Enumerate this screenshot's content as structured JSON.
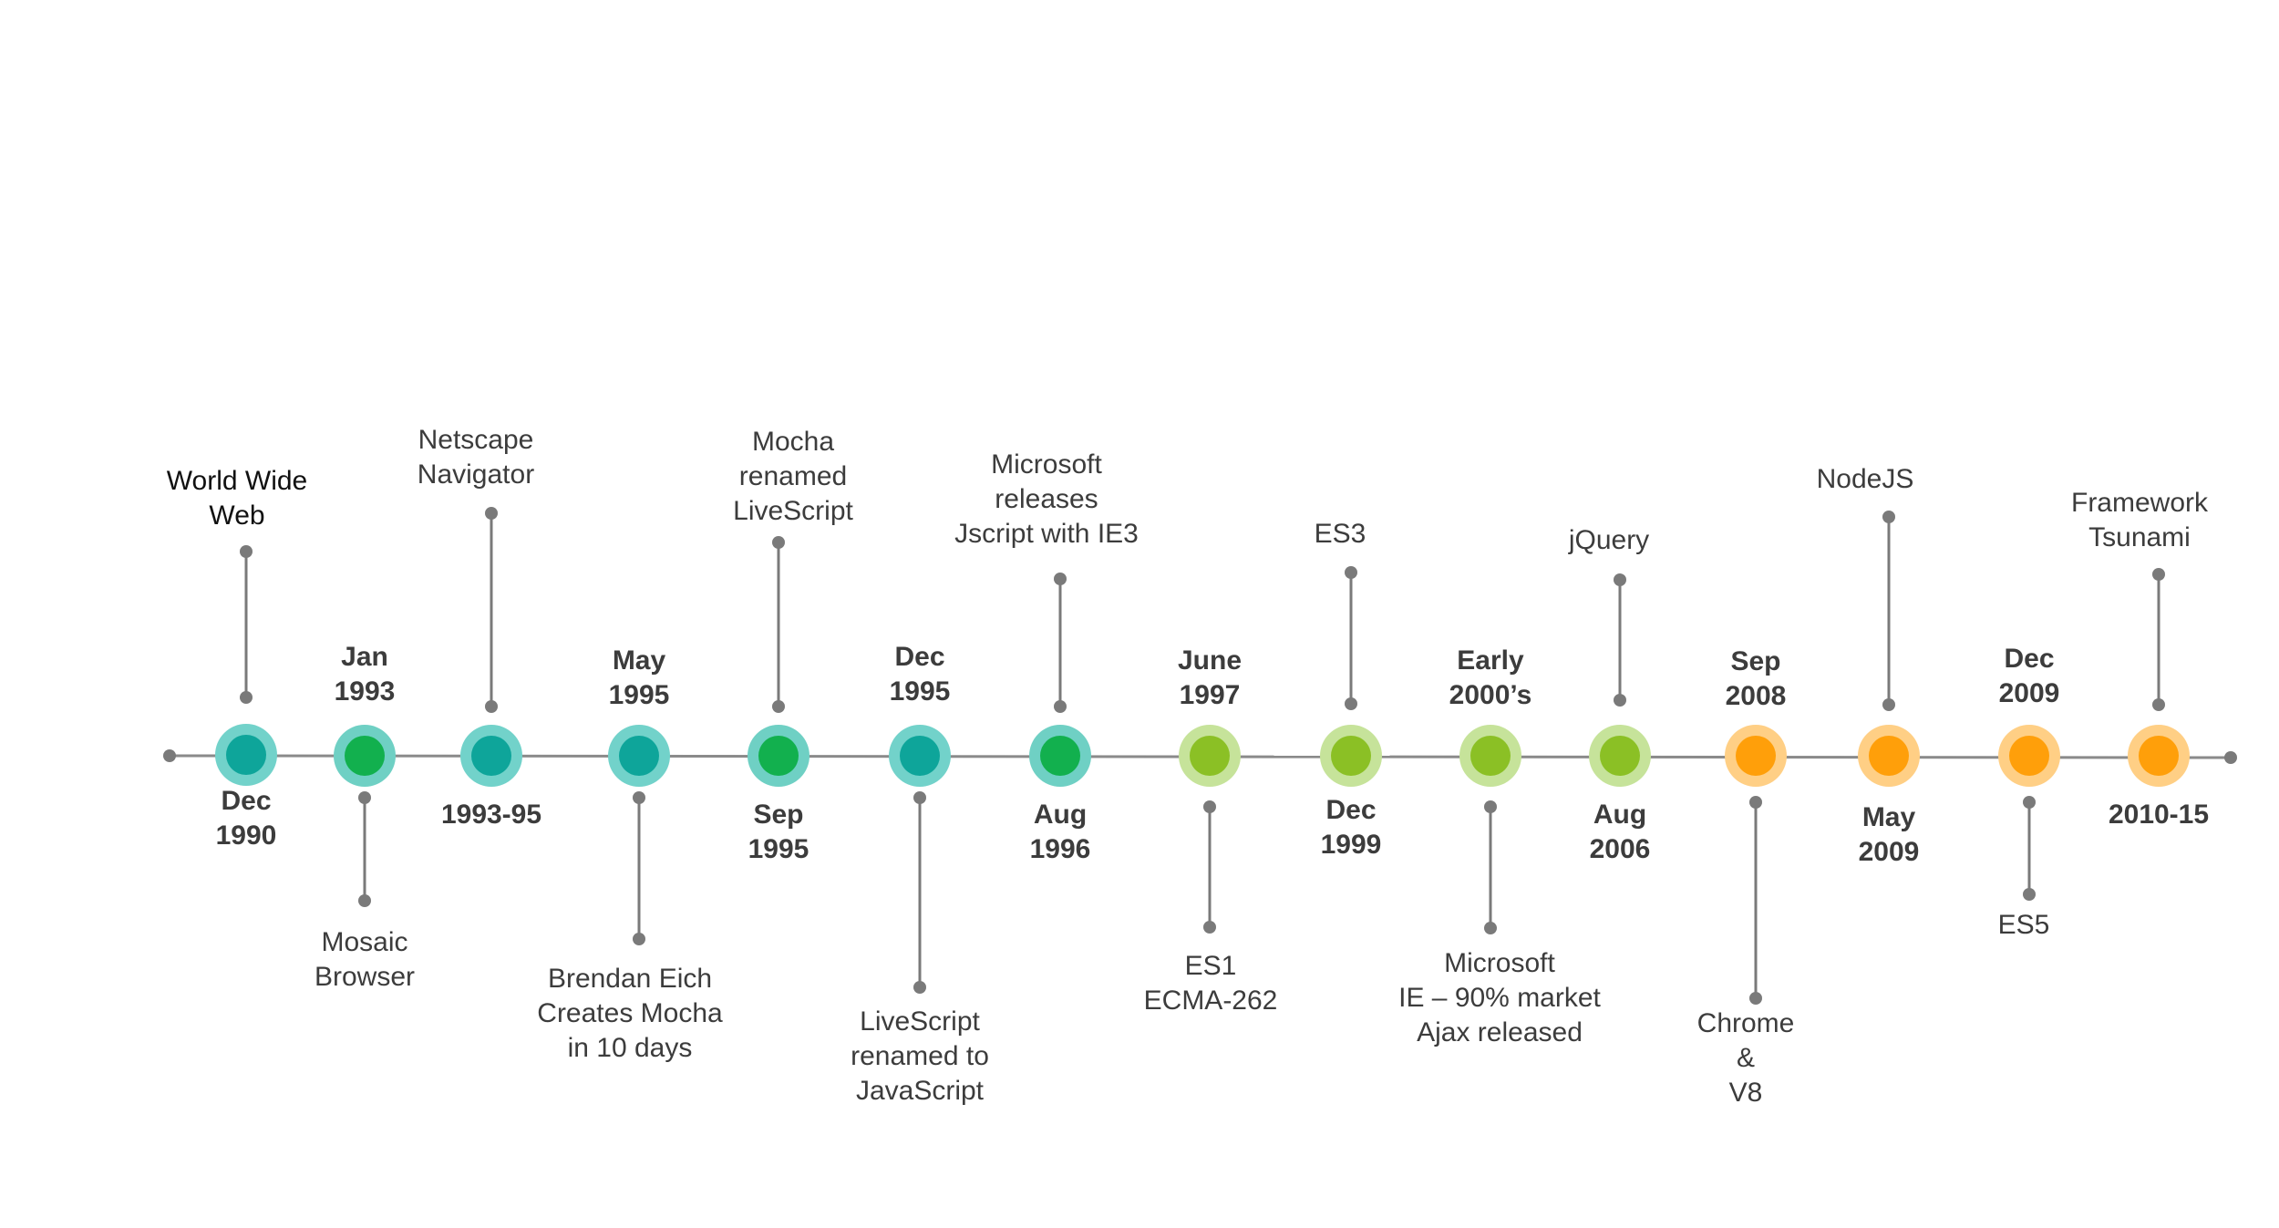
{
  "colors": {
    "axis": "#8a8a8a",
    "connector": "#7a7a7a",
    "text": "#3c3c3c",
    "teal": "#0ea59a",
    "teal_halo": "#72d2ca",
    "green": "#12b04e",
    "green_halo": "#6fd0c4",
    "lime": "#8bc025",
    "lime_halo": "#c6e39a",
    "orange": "#ff9f0a",
    "orange_halo": "#ffcf85"
  },
  "milestones": [
    {
      "id": "m1",
      "date": "Dec\n1990",
      "event": "World Wide\nWeb",
      "color": "teal"
    },
    {
      "id": "m2",
      "date": "Jan\n1993",
      "event": "Mosaic\nBrowser",
      "color": "green"
    },
    {
      "id": "m3",
      "date": "1993-95",
      "event": "Netscape\nNavigator",
      "color": "teal"
    },
    {
      "id": "m4",
      "date": "May\n1995",
      "event": "Brendan Eich\nCreates Mocha\nin 10 days",
      "color": "teal"
    },
    {
      "id": "m5",
      "date": "Sep\n1995",
      "event": "Mocha\nrenamed\nLiveScript",
      "color": "green"
    },
    {
      "id": "m6",
      "date": "Dec\n1995",
      "event": "LiveScript\nrenamed to\nJavaScript",
      "color": "teal"
    },
    {
      "id": "m7",
      "date": "Aug\n1996",
      "event": "Microsoft\nreleases\nJscript with IE3",
      "color": "green"
    },
    {
      "id": "m8",
      "date": "June\n1997",
      "event": "ES1\nECMA-262",
      "color": "lime"
    },
    {
      "id": "m9",
      "date": "Dec\n1999",
      "event": "ES3",
      "color": "lime"
    },
    {
      "id": "m10",
      "date": "Early\n2000’s",
      "event": "Microsoft\nIE – 90% market\nAjax released",
      "color": "lime"
    },
    {
      "id": "m11",
      "date": "Aug\n2006",
      "event": "jQuery",
      "color": "lime"
    },
    {
      "id": "m12",
      "date": "Sep\n2008",
      "event": "Chrome\n&\nV8",
      "color": "orange"
    },
    {
      "id": "m13",
      "date": "May\n2009",
      "event": "NodeJS",
      "color": "orange"
    },
    {
      "id": "m14",
      "date": "Dec\n2009",
      "event": "ES5",
      "color": "orange"
    },
    {
      "id": "m15",
      "date": "2010-15",
      "event": "Framework\nTsunami",
      "color": "orange"
    }
  ]
}
